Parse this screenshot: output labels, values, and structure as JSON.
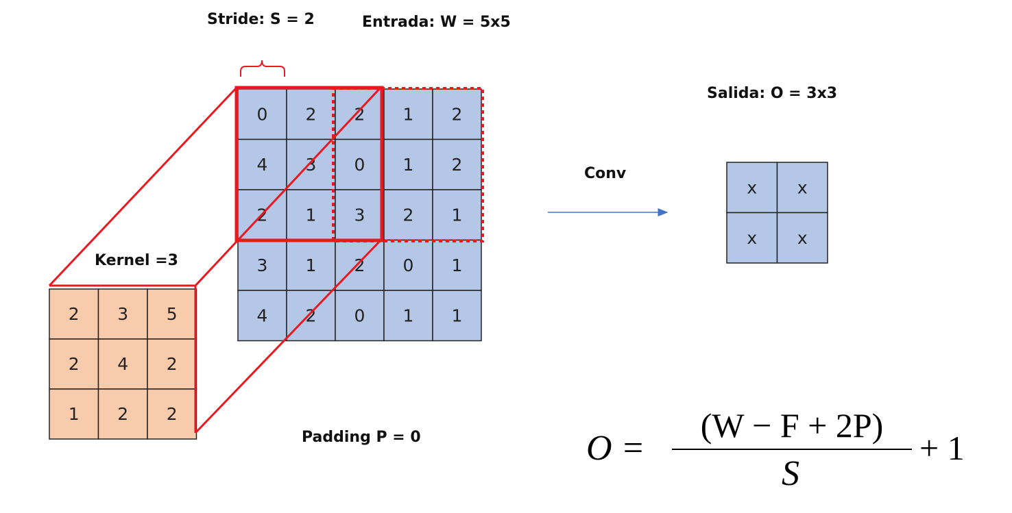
{
  "labels": {
    "stride": "Stride: S = 2",
    "input": "Entrada: W = 5x5",
    "output": "Salida: O = 3x3",
    "conv": "Conv",
    "kernel": "Kernel =3",
    "padding": "Padding  P = 0"
  },
  "input_grid": [
    [
      "0",
      "2",
      "2",
      "1",
      "2"
    ],
    [
      "4",
      "3",
      "0",
      "1",
      "2"
    ],
    [
      "2",
      "1",
      "3",
      "2",
      "1"
    ],
    [
      "3",
      "1",
      "2",
      "0",
      "1"
    ],
    [
      "4",
      "2",
      "0",
      "1",
      "1"
    ]
  ],
  "kernel_grid": [
    [
      "2",
      "3",
      "5"
    ],
    [
      "2",
      "4",
      "2"
    ],
    [
      "1",
      "2",
      "2"
    ]
  ],
  "output_grid": [
    [
      "x",
      "x"
    ],
    [
      "x",
      "x"
    ]
  ],
  "formula": {
    "lhs": "O =",
    "numerator": "(W − F + 2P)",
    "denominator": "S",
    "tail": "+ 1"
  },
  "colors": {
    "input_fill": "#b4c7e7",
    "kernel_fill": "#f8cbad",
    "output_fill": "#b4c7e7",
    "highlight": "#e8191f",
    "arrow": "#4472c4"
  }
}
